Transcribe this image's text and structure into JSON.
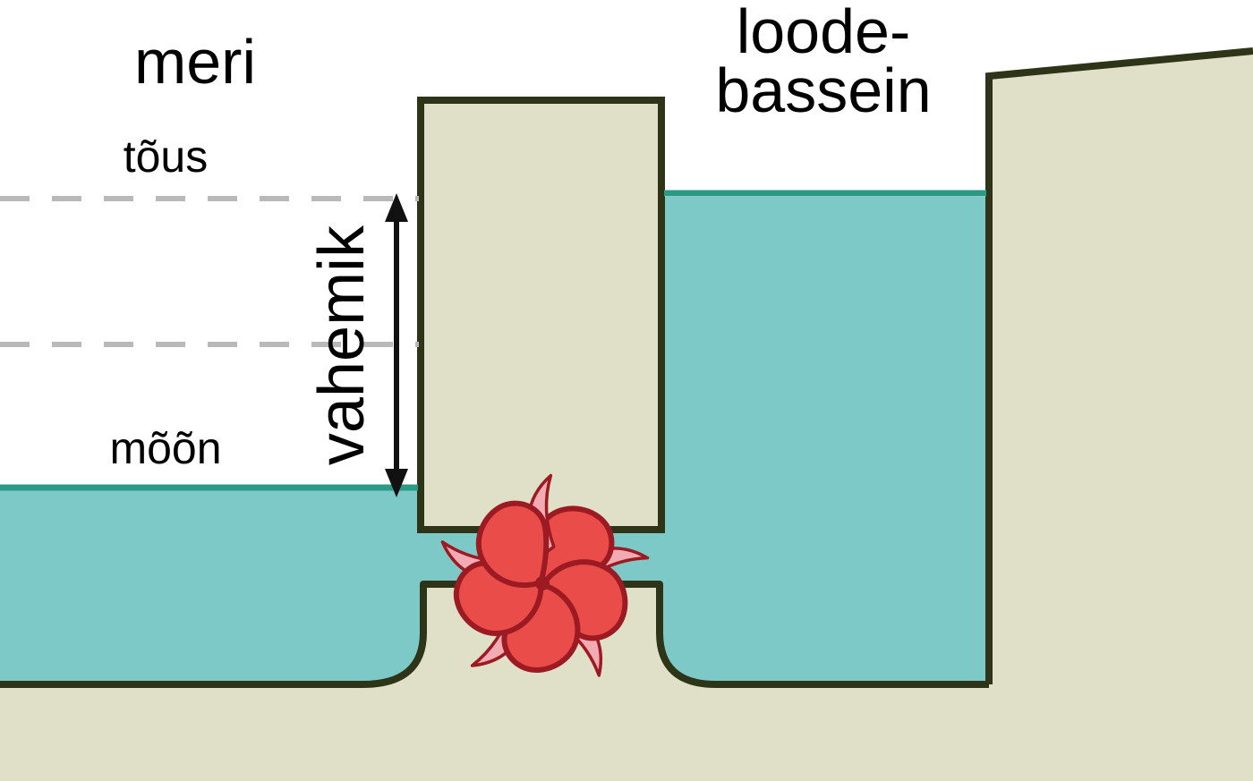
{
  "labels": {
    "sea": "meri",
    "basin_line1": "loode-",
    "basin_line2": "bassein",
    "high_tide": "tõus",
    "low_tide": "mõõn",
    "range": "vahemik"
  },
  "colors": {
    "water": "#7cc9c8",
    "water_surface_line": "#2a9a85",
    "land": "#dfe0c7",
    "land_outline": "#2e3418",
    "dashed_level_line": "#b9b9b9",
    "turbine_red": "#e94c49",
    "turbine_pink": "#f2abb3",
    "turbine_outline": "#9c1a21",
    "arrow": "#111111",
    "text": "#000000",
    "background": "#ffffff"
  }
}
